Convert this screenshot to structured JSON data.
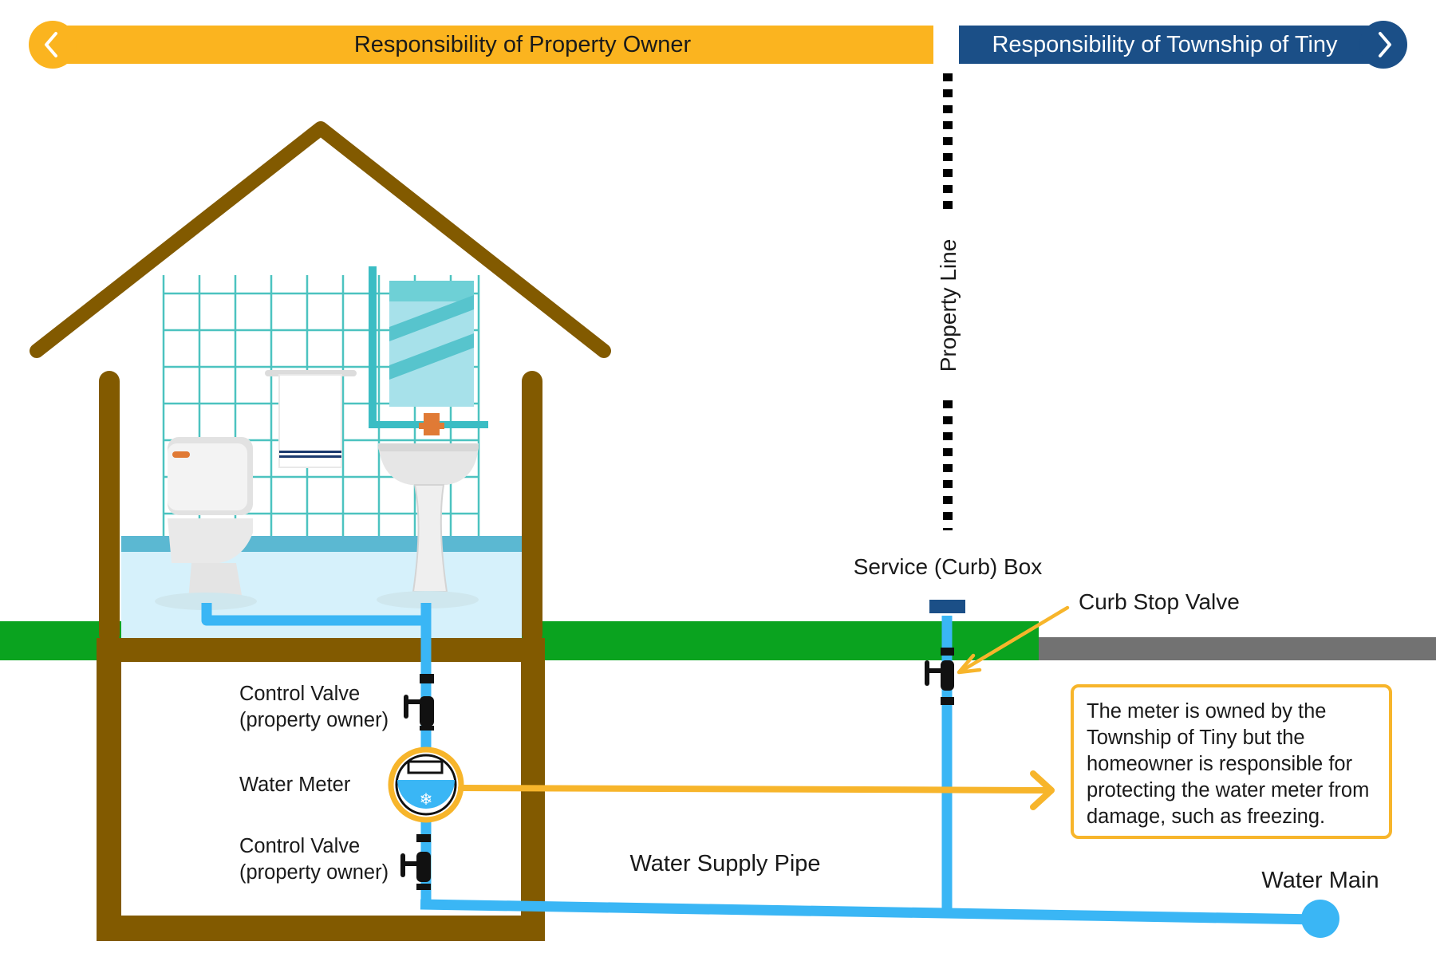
{
  "banners": {
    "left": {
      "label": "Responsibility of Property Owner",
      "icon": "chevron-left-icon",
      "color": "#fbb41f"
    },
    "right": {
      "label": "Responsibility of Township of Tiny",
      "icon": "chevron-right-icon",
      "color": "#1b4f87"
    }
  },
  "labels": {
    "property_line": "Property Line",
    "service_box": "Service (Curb) Box",
    "curb_stop": "Curb Stop Valve",
    "control_valve_top": [
      "Control Valve",
      "(property owner)"
    ],
    "water_meter": "Water Meter",
    "control_valve_bottom": [
      "Control Valve",
      "(property owner)"
    ],
    "water_supply_pipe": "Water Supply Pipe",
    "water_main": "Water Main"
  },
  "note": {
    "text": "The meter is owned by the Township of Tiny but the homeowner is responsible for protecting the water meter from damage, such as freezing."
  },
  "colors": {
    "house_frame": "#825a00",
    "pipe": "#3ab6f5",
    "grass": "#0aa31f",
    "road": "#727272",
    "accent": "#f7b52b",
    "navy": "#1b4f87"
  }
}
